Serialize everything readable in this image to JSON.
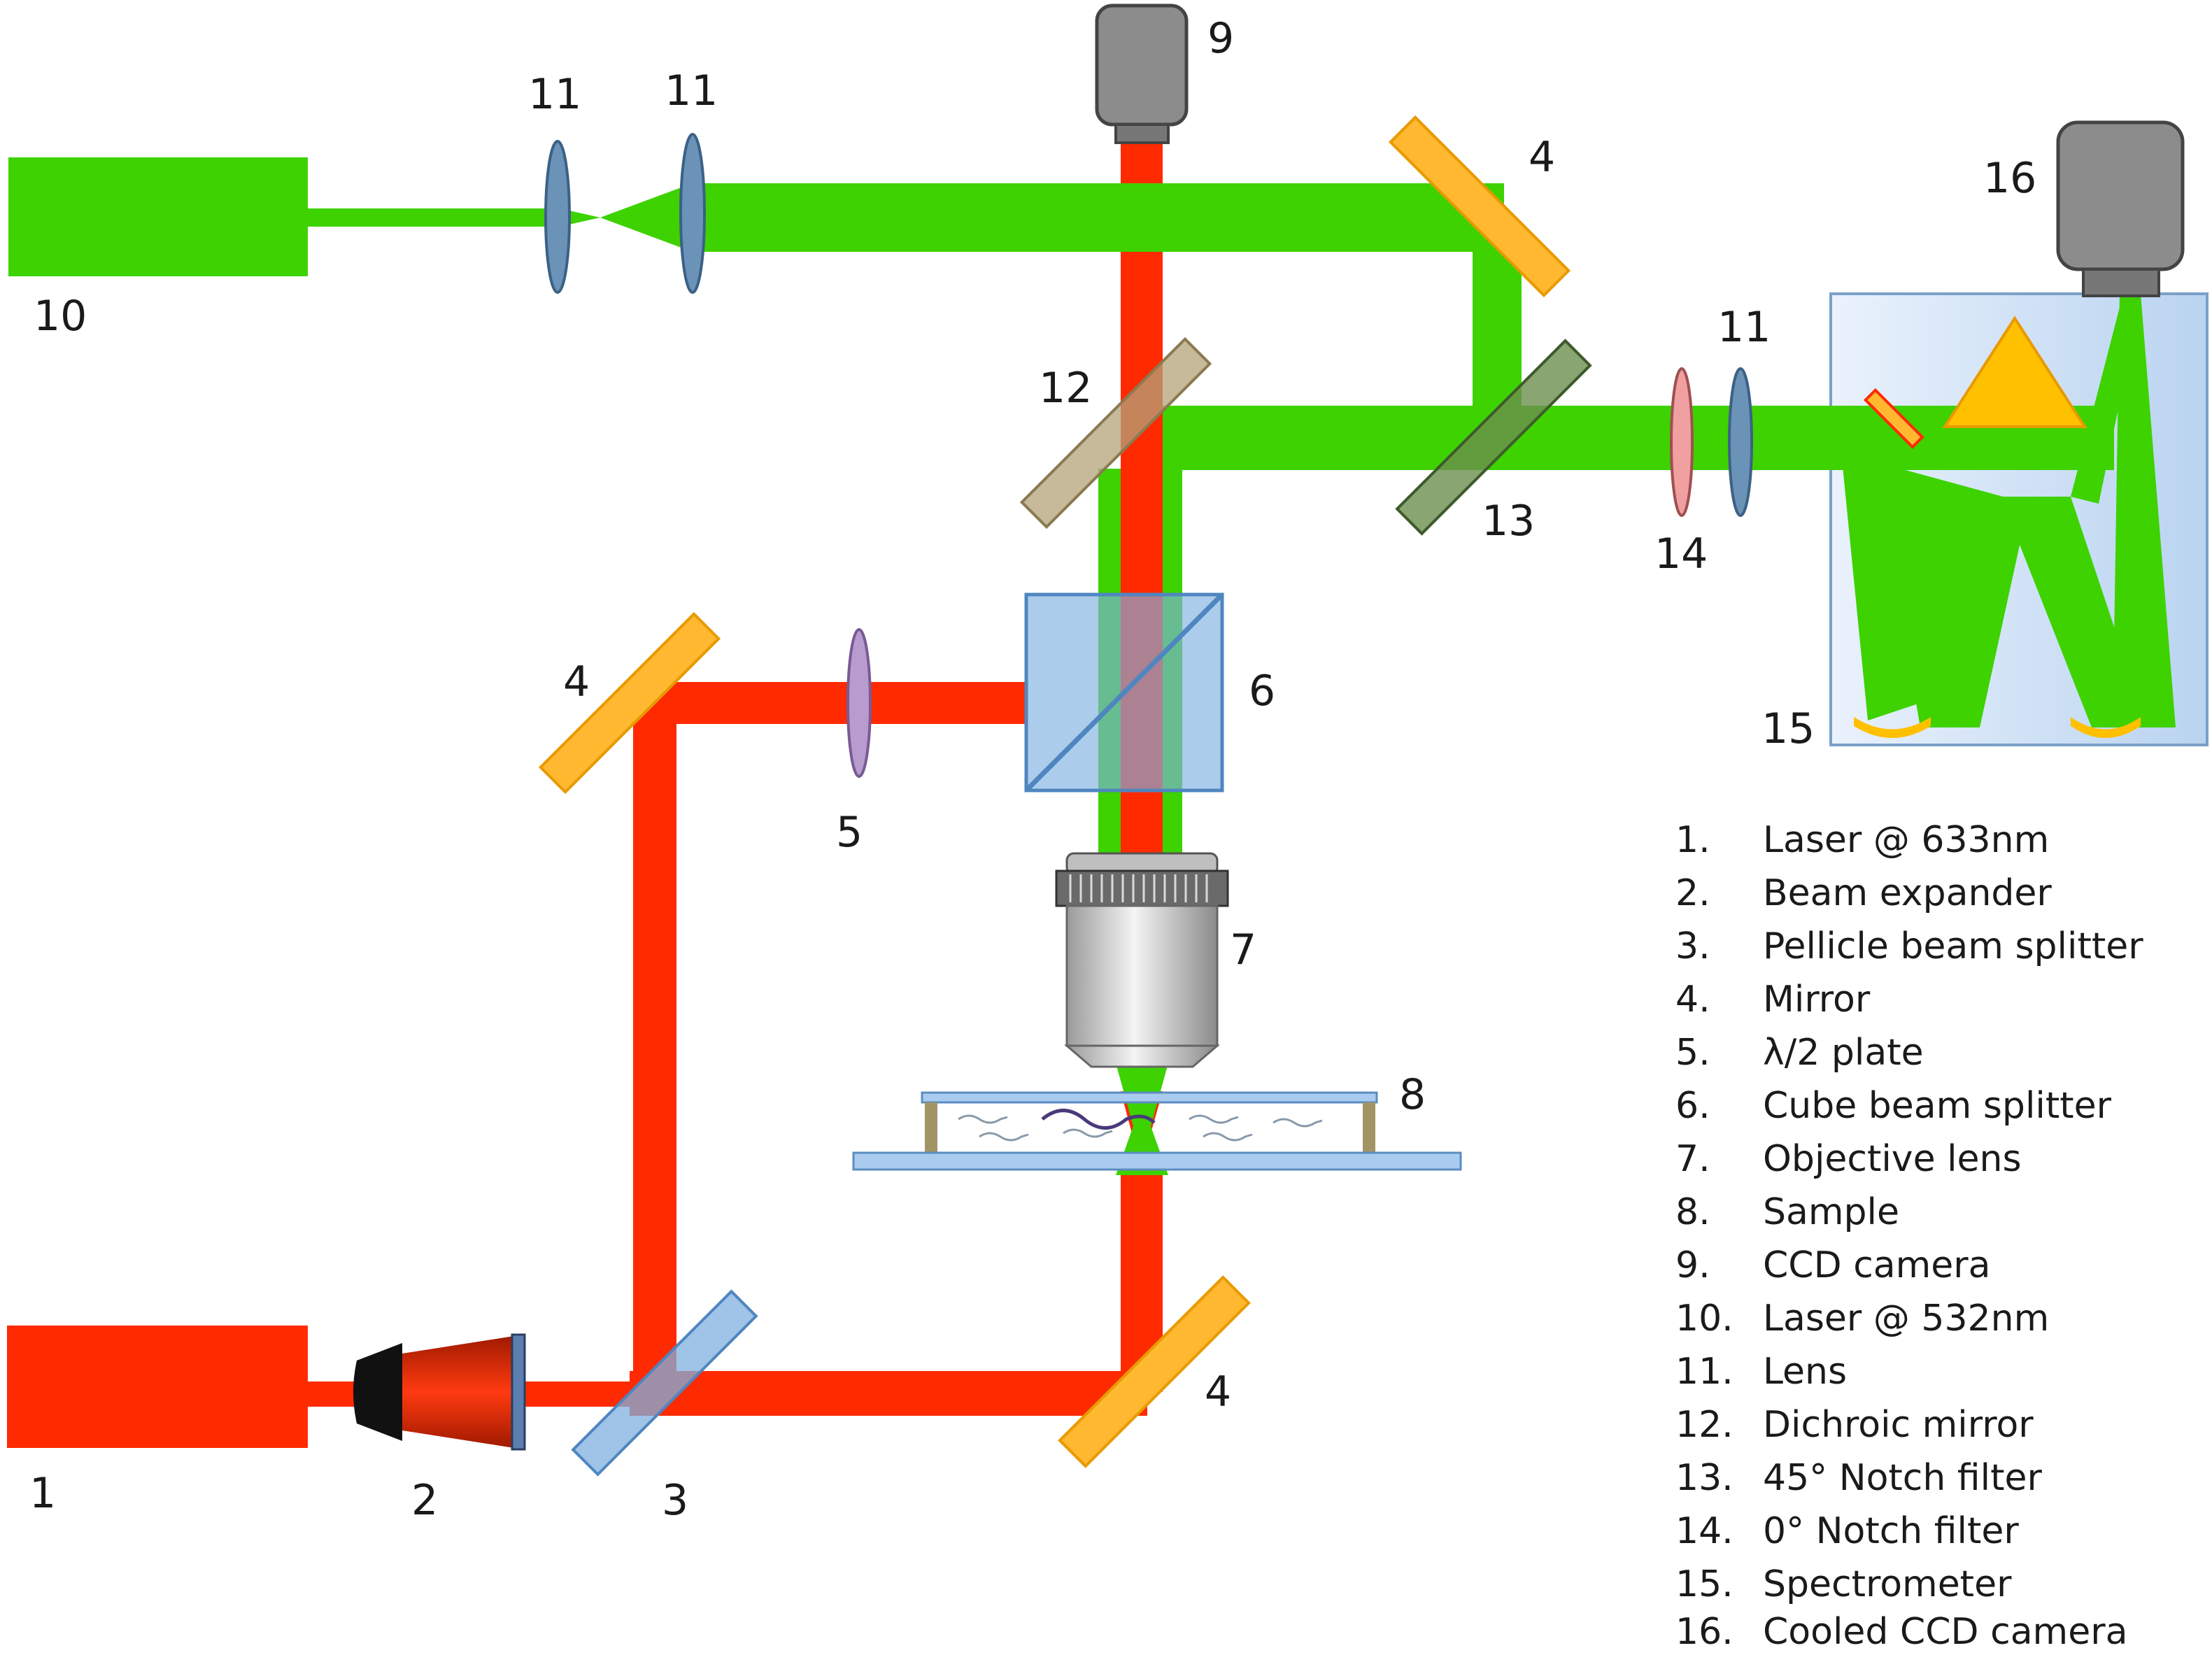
{
  "colors": {
    "red_beam": "#ff2a00",
    "green_beam": "#3dd200",
    "mirror": "#ffb830",
    "lens_blue": "#6b93b8",
    "camera_gray": "#8c8c8c",
    "beam_splitter": "#7fb0e0",
    "dichroic": "#b3a37a",
    "notch45": "#6b8e4e",
    "notch0": "#f0a0a0",
    "lambda_plate": "#b99ccf",
    "spectrometer_bg": "#dce9f8"
  },
  "labels": {
    "laser633": "1",
    "expander": "2",
    "pellicle": "3",
    "mirror_upper_left": "4",
    "halfwave": "5",
    "cube": "6",
    "objective": "7",
    "sample": "8",
    "ccd": "9",
    "laser532": "10",
    "lens_a": "11",
    "lens_b": "11",
    "lens_c": "11",
    "mirror_top": "4",
    "dichroic": "12",
    "notch45": "13",
    "notch0": "14",
    "spectrometer": "15",
    "cooled_ccd": "16",
    "mirror_bottom": "4"
  },
  "legend": [
    {
      "num": "1.",
      "text": "Laser @ 633nm"
    },
    {
      "num": "2.",
      "text": "Beam expander"
    },
    {
      "num": "3.",
      "text": "Pellicle beam splitter"
    },
    {
      "num": "4.",
      "text": "Mirror"
    },
    {
      "num": "5.",
      "text": "λ/2 plate"
    },
    {
      "num": "6.",
      "text": "Cube beam splitter"
    },
    {
      "num": "7.",
      "text": "Objective lens"
    },
    {
      "num": "8.",
      "text": "Sample"
    },
    {
      "num": "9.",
      "text": "CCD camera"
    },
    {
      "num": "10.",
      "text": "Laser @ 532nm"
    },
    {
      "num": "11.",
      "text": "Lens"
    },
    {
      "num": "12.",
      "text": "Dichroic mirror"
    },
    {
      "num": "13.",
      "text": "45° Notch filter"
    },
    {
      "num": "14.",
      "text": "0° Notch filter"
    },
    {
      "num": "15.",
      "text": "Spectrometer"
    },
    {
      "num": "16.",
      "text": "Cooled CCD camera"
    }
  ]
}
